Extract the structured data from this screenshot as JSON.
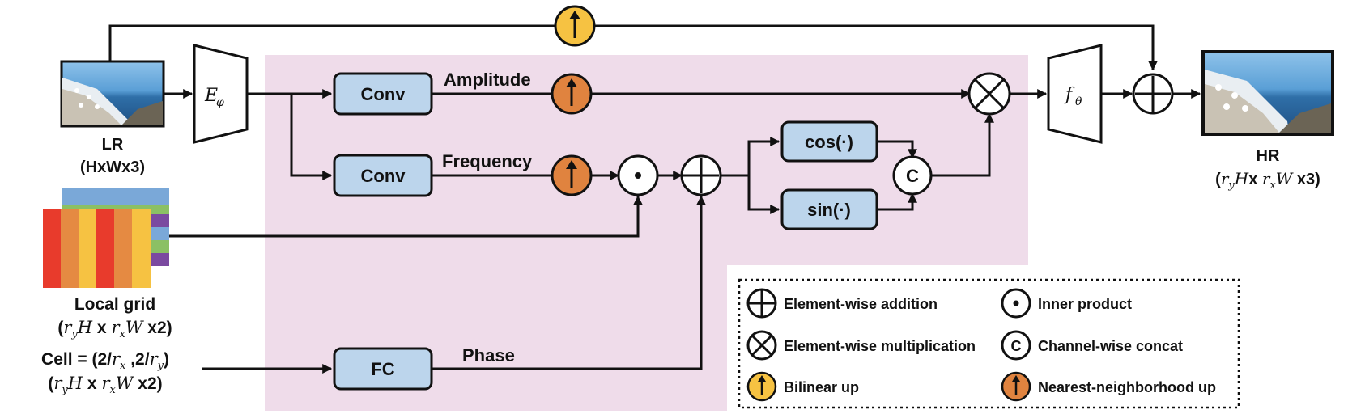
{
  "lr": {
    "label": "LR",
    "size": "(HxWx3)"
  },
  "hr": {
    "label": "HR",
    "size": "(r_yH x r_xW x3)",
    "size_parts": [
      "(",
      "r",
      "y",
      "H",
      "x ",
      "r",
      "x",
      "W",
      " x3)"
    ]
  },
  "encoder": {
    "symbol": "E",
    "sub": "φ"
  },
  "decoder": {
    "symbol": "f",
    "sub": "θ"
  },
  "conv_label": "Conv",
  "fc_label": "FC",
  "amplitude_label": "Amplitude",
  "frequency_label": "Frequency",
  "phase_label": "Phase",
  "cos_label": "cos(·)",
  "sin_label": "sin(·)",
  "concat_symbol": "C",
  "local_grid": {
    "label": "Local grid",
    "size": "(r_yH x r_xW x2)"
  },
  "cell": {
    "label": "Cell = (2/r_x ,2/r_y)",
    "size": "(r_yH x r_xW x2)"
  },
  "legend": {
    "items": [
      {
        "symbol": "plus",
        "label": "Element-wise addition"
      },
      {
        "symbol": "dot",
        "label": "Inner product"
      },
      {
        "symbol": "times",
        "label": "Element-wise multiplication"
      },
      {
        "symbol": "C",
        "label": "Channel-wise concat"
      },
      {
        "symbol": "bilinear",
        "label": "Bilinear up"
      },
      {
        "symbol": "nearest",
        "label": "Nearest-neighborhood up"
      }
    ]
  },
  "colors": {
    "shaded_region": "#efdcea",
    "block_fill": "#bcd5ec",
    "bilinear_up": "#f6c242",
    "nearest_up": "#e0833f",
    "grid_stripes": [
      "#e83b2c",
      "#e58a42",
      "#f6c242",
      "#e83b2c",
      "#e58a42",
      "#f6c242"
    ],
    "grid_back_stripes": [
      "#7aa8d8",
      "#8bc064",
      "#7b4aa0",
      "#7aa8d8",
      "#8bc064",
      "#7b4aa0"
    ]
  }
}
